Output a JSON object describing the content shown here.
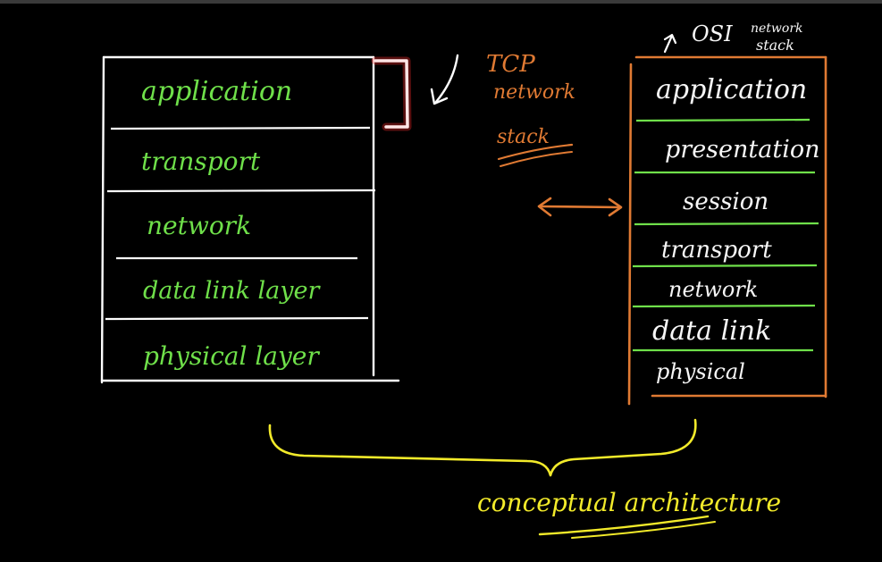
{
  "colors": {
    "background": "#000000",
    "tcp_box": "#ffffff",
    "tcp_text": "#6fe04a",
    "osi_box": "#e07a33",
    "osi_dividers": "#6fe04a",
    "osi_text": "#f6f6f6",
    "note_text": "#e07a33",
    "bracket_highlight": "#ff2a2a",
    "brace": "#f2ea2a",
    "brace_label": "#f2ea2a"
  },
  "tcp_stack": {
    "label_line1": "TCP",
    "label_line2": "network",
    "label_line3": "stack",
    "layers": [
      {
        "label": "application"
      },
      {
        "label": "transport"
      },
      {
        "label": "network"
      },
      {
        "label": "data link layer"
      },
      {
        "label": "physical layer"
      }
    ]
  },
  "osi_stack": {
    "label_line1": "OSI",
    "label_line2": "network",
    "label_line3": "stack",
    "layers": [
      {
        "label": "application"
      },
      {
        "label": "presentation"
      },
      {
        "label": "session"
      },
      {
        "label": "transport"
      },
      {
        "label": "network"
      },
      {
        "label": "data link"
      },
      {
        "label": "physical"
      }
    ]
  },
  "brace_label": "conceptual architecture",
  "icons": {
    "compare_arrow": "double-headed-arrow-icon",
    "pointer_arrow": "curved-arrow-icon",
    "osi_arrow": "up-arrow-icon",
    "bracket": "bracket-icon"
  }
}
